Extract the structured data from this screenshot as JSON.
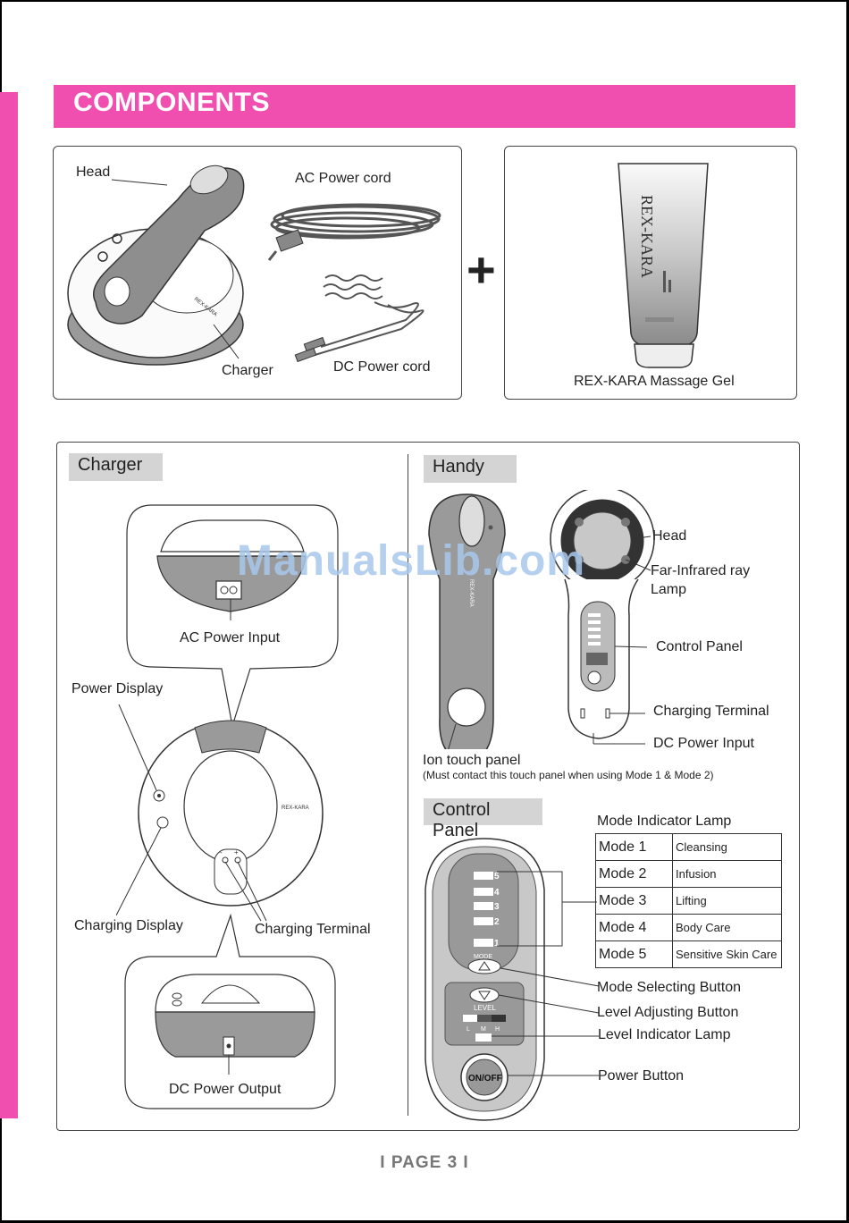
{
  "header": {
    "title": "COMPONENTS"
  },
  "components": {
    "head_label": "Head",
    "ac_cord_label": "AC Power cord",
    "charger_label": "Charger",
    "dc_cord_label": "DC Power cord",
    "plus_symbol": "+",
    "gel_brand": "REX-KARA",
    "gel_label": "REX-KARA Massage Gel",
    "device_brand": "REX-KARA"
  },
  "charger": {
    "tag": "Charger",
    "ac_power_input": "AC Power Input",
    "power_display": "Power Display",
    "charging_display": "Charging Display",
    "charging_terminal": "Charging Terminal",
    "dc_power_output": "DC Power Output",
    "brand": "REX-KARA"
  },
  "handy": {
    "tag": "Handy",
    "head": "Head",
    "far_infrared_line1": "Far-Infrared ray",
    "far_infrared_line2": "Lamp",
    "control_panel": "Control Panel",
    "charging_terminal": "Charging Terminal",
    "dc_power_input": "DC Power Input",
    "ion_touch_panel": "Ion touch panel",
    "ion_note": "(Must contact this touch panel when using Mode 1 & Mode 2)"
  },
  "control_panel": {
    "tag": "Control Panel",
    "mode_indicator_lamp": "Mode Indicator Lamp",
    "modes": [
      {
        "mode": "Mode 1",
        "desc": "Cleansing"
      },
      {
        "mode": "Mode 2",
        "desc": "Infusion"
      },
      {
        "mode": "Mode 3",
        "desc": "Lifting"
      },
      {
        "mode": "Mode 4",
        "desc": "Body Care"
      },
      {
        "mode": "Mode 5",
        "desc": "Sensitive Skin Care"
      }
    ],
    "mode_numbers": [
      "5",
      "4",
      "3",
      "2",
      "1"
    ],
    "mode_text": "MODE",
    "level_text": "LEVEL",
    "level_letters": [
      "L",
      "M",
      "H"
    ],
    "on_off": "ON/OFF",
    "mode_selecting_button": "Mode Selecting Button",
    "level_adjusting_button": "Level Adjusting Button",
    "level_indicator_lamp": "Level Indicator Lamp",
    "power_button": "Power Button"
  },
  "watermark": "ManualsLib.com",
  "footer": {
    "page": "I PAGE 3 I"
  }
}
